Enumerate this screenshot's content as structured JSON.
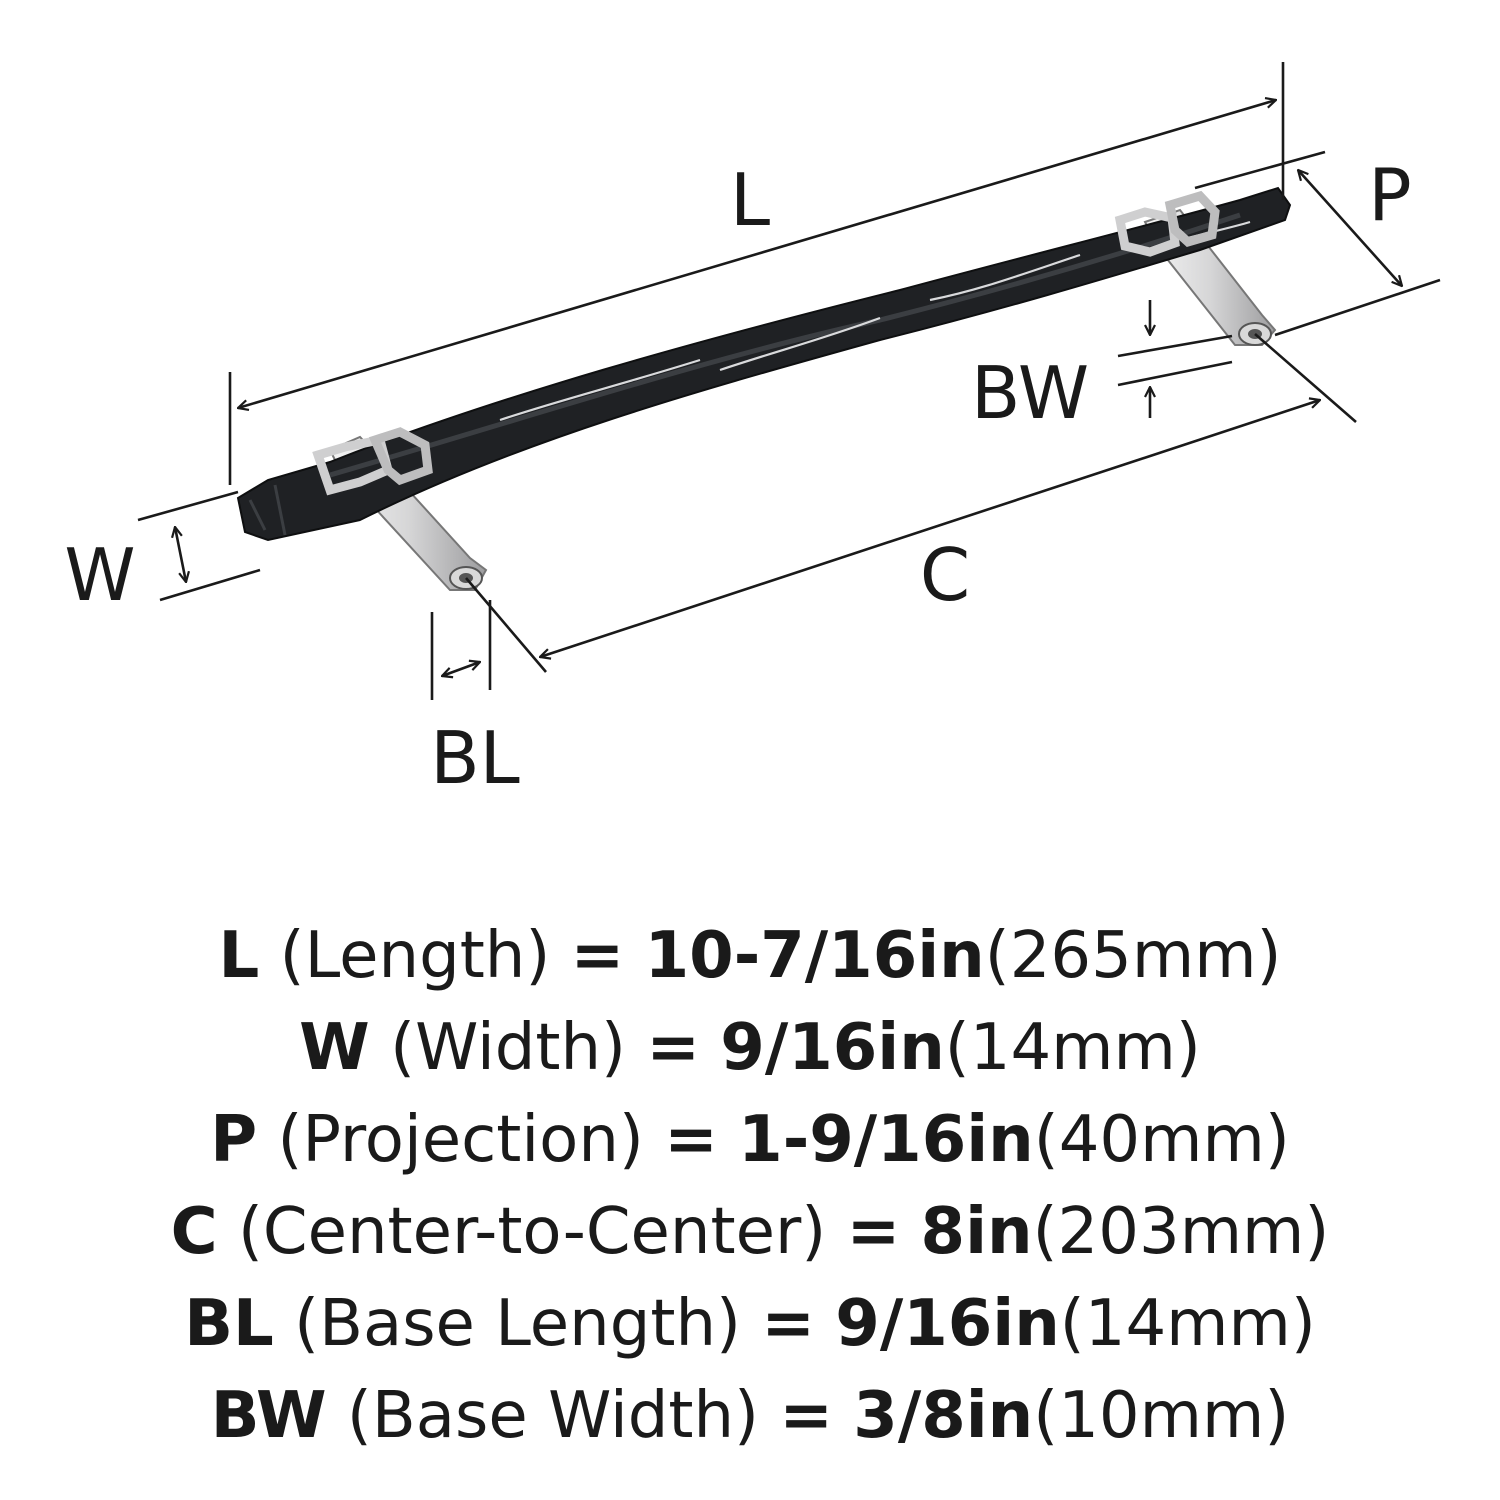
{
  "diagram": {
    "labels": {
      "length": "L",
      "width": "W",
      "projection": "P",
      "center": "C",
      "base_length": "BL",
      "base_width": "BW"
    },
    "colors": {
      "handle": "#1f2124",
      "handle_highlight": "#3b3e42",
      "vein": "#d9dadc",
      "post": "#e3e3e3",
      "post_shade": "#a9a9ab",
      "line": "#1a1a1a"
    }
  },
  "specs": [
    {
      "symbol": "L",
      "name": "(Length)",
      "eq": "=",
      "imperial": "10-7/16in",
      "metric": "(265mm)"
    },
    {
      "symbol": "W",
      "name": "(Width)",
      "eq": "=",
      "imperial": "9/16in",
      "metric": "(14mm)"
    },
    {
      "symbol": "P",
      "name": "(Projection)",
      "eq": "=",
      "imperial": "1-9/16in",
      "metric": "(40mm)"
    },
    {
      "symbol": "C",
      "name": "(Center-to-Center)",
      "eq": "=",
      "imperial": "8in",
      "metric": "(203mm)"
    },
    {
      "symbol": "BL",
      "name": "(Base Length)",
      "eq": "=",
      "imperial": "9/16in",
      "metric": "(14mm)"
    },
    {
      "symbol": "BW",
      "name": "(Base Width)",
      "eq": "=",
      "imperial": "3/8in",
      "metric": "(10mm)"
    }
  ]
}
